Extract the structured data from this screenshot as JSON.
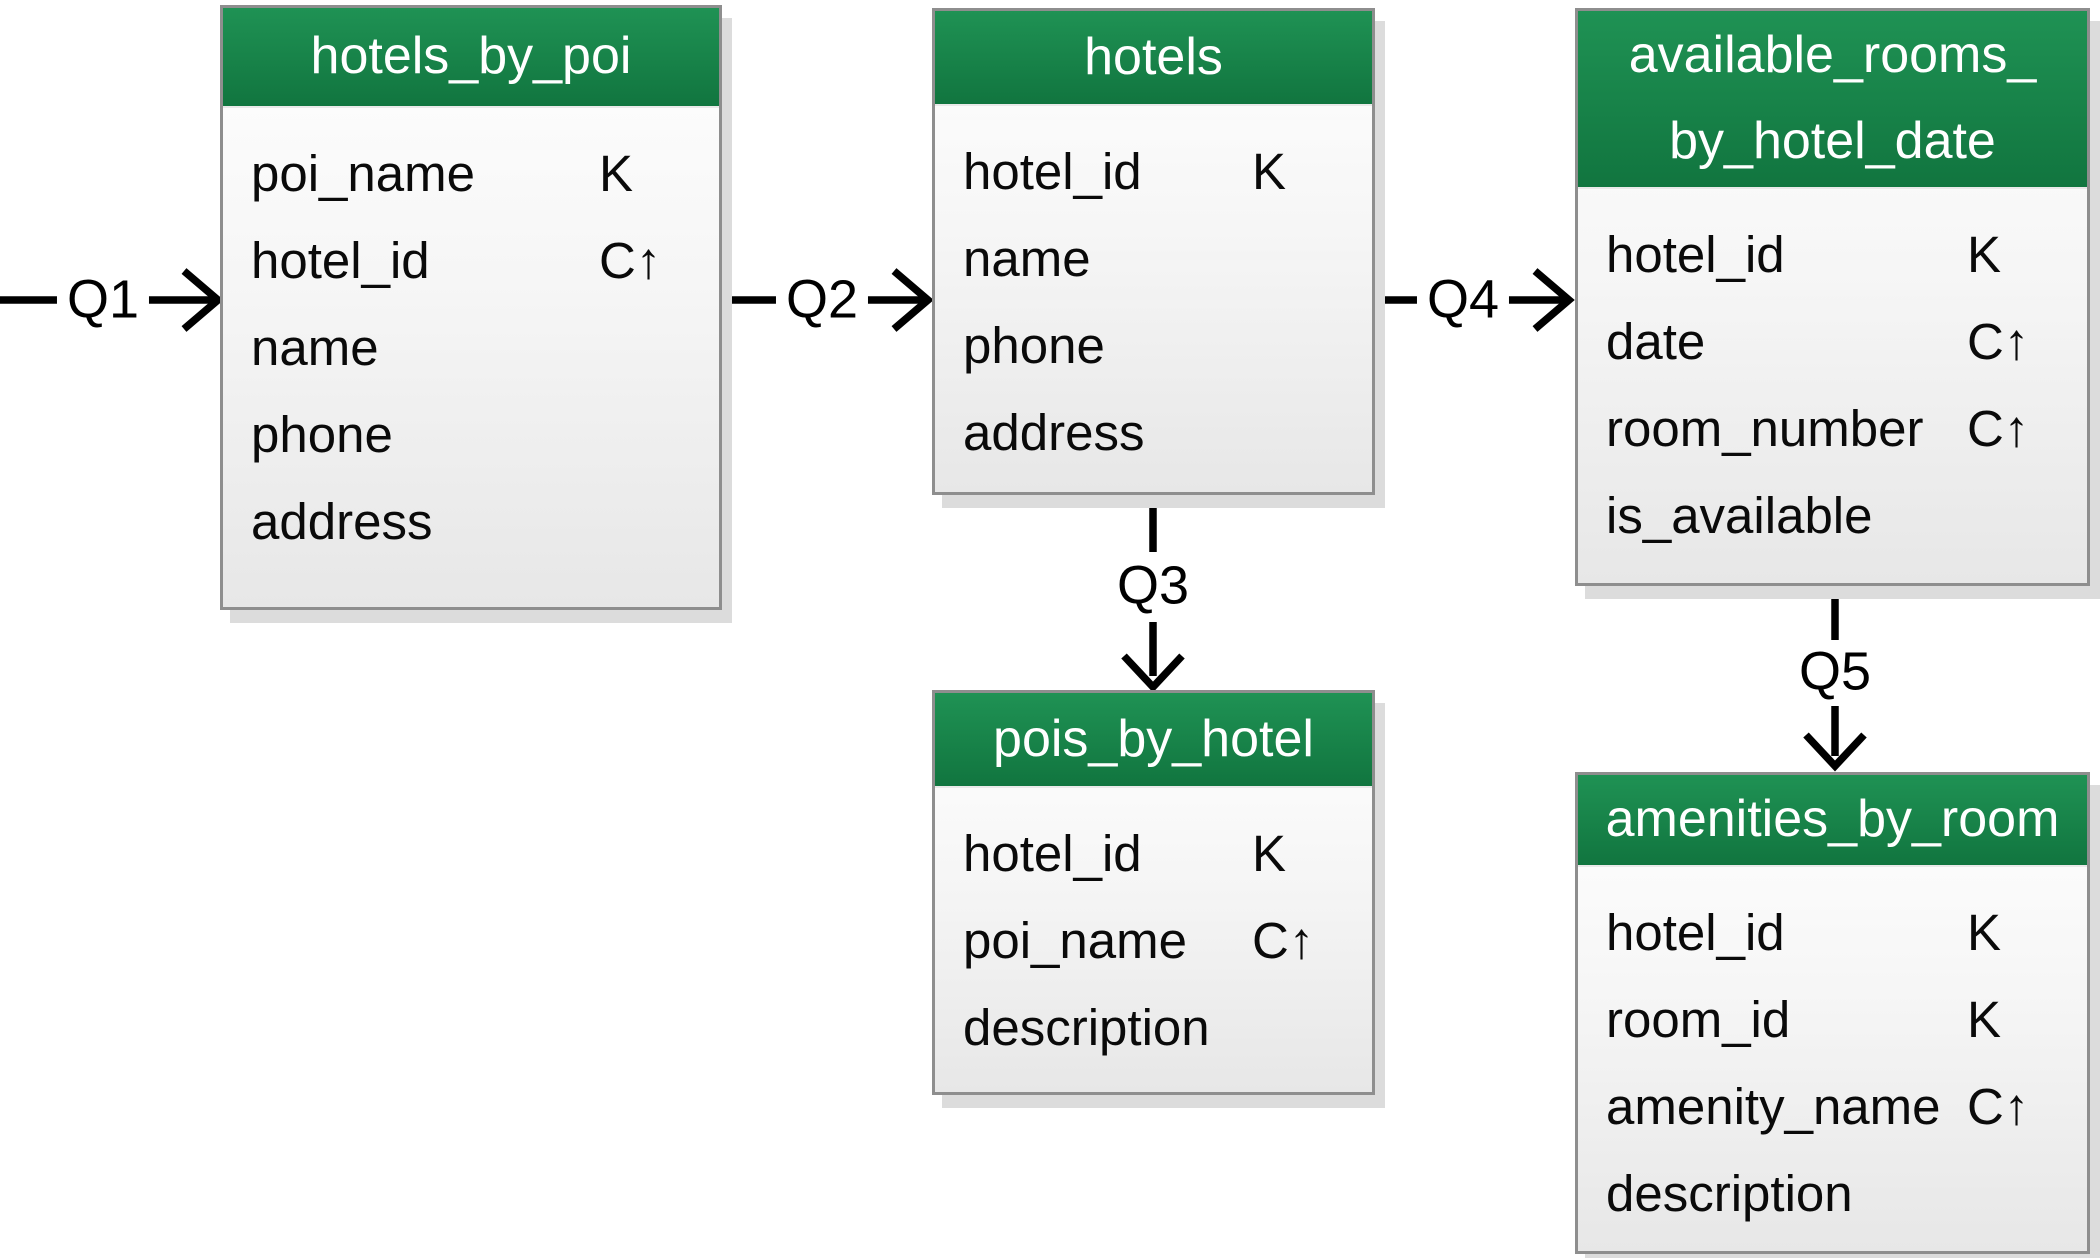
{
  "diagram": {
    "colors": {
      "header_green_top": "#1f9254",
      "header_green_bottom": "#11753f",
      "table_border": "#8e8e8e",
      "shadow": "#dcdcdc",
      "body_top": "#ffffff",
      "body_bottom": "#e7e7e7",
      "text": "#0a0a0a",
      "arrow_black": "#000000"
    },
    "key_markers": {
      "partition_key": "K",
      "clustering_asc": "C↑"
    },
    "tables": [
      {
        "title": "hotels_by_poi",
        "columns": [
          {
            "name": "poi_name",
            "key": "K"
          },
          {
            "name": "hotel_id",
            "key": "C↑"
          },
          {
            "name": "name",
            "key": ""
          },
          {
            "name": "phone",
            "key": ""
          },
          {
            "name": "address",
            "key": ""
          }
        ]
      },
      {
        "title": "hotels",
        "columns": [
          {
            "name": "hotel_id",
            "key": "K"
          },
          {
            "name": "name",
            "key": ""
          },
          {
            "name": "phone",
            "key": ""
          },
          {
            "name": "address",
            "key": ""
          }
        ]
      },
      {
        "title": "available_rooms_\nby_hotel_date",
        "columns": [
          {
            "name": "hotel_id",
            "key": "K"
          },
          {
            "name": "date",
            "key": "C↑"
          },
          {
            "name": "room_number",
            "key": "C↑"
          },
          {
            "name": "is_available",
            "key": ""
          }
        ]
      },
      {
        "title": "pois_by_hotel",
        "columns": [
          {
            "name": "hotel_id",
            "key": "K"
          },
          {
            "name": "poi_name",
            "key": "C↑"
          },
          {
            "name": "description",
            "key": ""
          }
        ]
      },
      {
        "title": "amenities_by_room",
        "columns": [
          {
            "name": "hotel_id",
            "key": "K"
          },
          {
            "name": "room_id",
            "key": "K"
          },
          {
            "name": "amenity_name",
            "key": "C↑"
          },
          {
            "name": "description",
            "key": ""
          }
        ]
      }
    ],
    "queries": [
      {
        "label": "Q1"
      },
      {
        "label": "Q2"
      },
      {
        "label": "Q3"
      },
      {
        "label": "Q4"
      },
      {
        "label": "Q5"
      }
    ]
  }
}
